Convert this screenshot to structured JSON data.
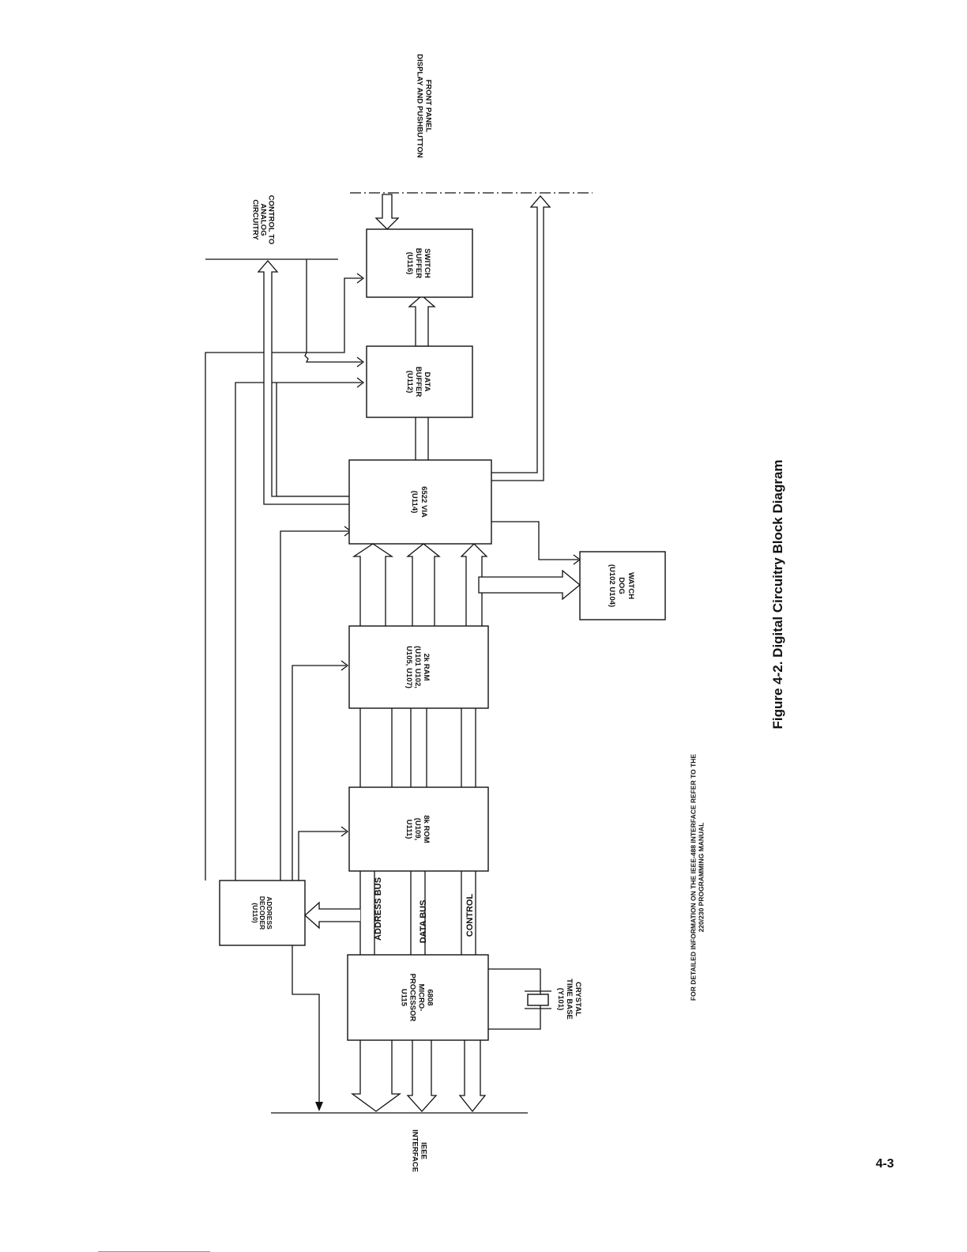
{
  "page": {
    "number": "4-3"
  },
  "figure": {
    "caption": "Figure 4-2. Digital Circuitry Block Diagram",
    "note_lines": [
      "FOR DETAILED INFORMATION ON THE IEEE-488 INTERFACE REFER TO THE",
      "220/230 PROGRAMMING MANUAL"
    ]
  },
  "blocks": {
    "microprocessor": [
      "6808",
      "MICRO-",
      "PROCESSOR",
      "U115"
    ],
    "address_decoder": [
      "ADDRESS",
      "DECODER",
      "(U110)"
    ],
    "rom": [
      "8k ROM",
      "(U109,",
      "U111)"
    ],
    "ram": [
      "2k RAM",
      "(U101  U102,",
      "U105, U107)"
    ],
    "via": [
      "6522 VIA",
      "(U114)"
    ],
    "data_buffer": [
      "DATA",
      "BUFFER",
      "(U112)"
    ],
    "switch_buffer": [
      "SWITCH",
      "BUFFER",
      "(U116)"
    ],
    "watchdog": [
      "WATCH",
      "DOG",
      "(U102  U104)"
    ]
  },
  "labels": {
    "ieee": [
      "IEEE",
      "INTERFACE"
    ],
    "crystal": [
      "CRYSTAL",
      "TIME BASE",
      "(Y101)"
    ],
    "control_analog": [
      "CONTROL TO",
      "ANALOG",
      "CIRCUITRY"
    ],
    "front_panel": [
      "FRONT PANEL",
      "DISPLAY AND PUSHBUTTON"
    ]
  },
  "buses": {
    "address": "ADDRESS BUS",
    "data": "DATA BUS",
    "control": "CONTROL"
  }
}
